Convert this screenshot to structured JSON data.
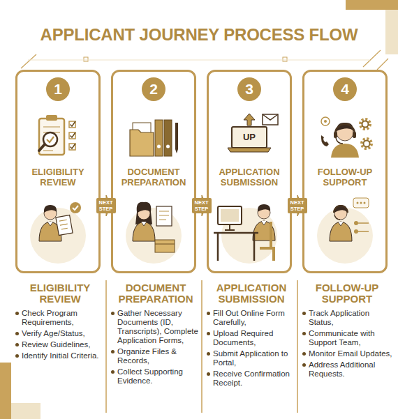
{
  "diagram": {
    "title": "APPLICANT JOURNEY PROCESS FLOW",
    "nodes": [
      {
        "text": [
          "1",
          "ELIGIBILITY REVIEW",
          "ELIGIBILITY REVIEW",
          "Check Program Requirements,",
          "Verify Age/Status,",
          "Review Guidelines,",
          "Identify Initial Criteria."
        ]
      },
      {
        "text": [
          "2",
          "DOCUMENT PREPARATION",
          "DOCUMENT PREPARATION",
          "Gather Necessary Documents (ID, Transcripts), Complete Application Forms,",
          "Organize Files & Records,",
          "Collect Supporting Evidence."
        ]
      },
      {
        "text": [
          "3",
          "APPLICATION SUBMISSION",
          "APPLICATION SUBMISSION",
          "Fill Out Online Form Carefully,",
          "Upload Required Documents,",
          "Submit Application to Portal,",
          "Receive Confirmation Receipt."
        ]
      },
      {
        "text": [
          "4",
          "FOLLOW-UP SUPPORT",
          "FOLLOW-UP SUPPORT",
          "Track Application Status,",
          "Communicate with Support Team,",
          "Monitor Email Updates,",
          "Address Additional Requests."
        ]
      }
    ],
    "edges": [
      {
        "from": 0,
        "to": 1,
        "label": "NEXT STEP",
        "arrow": "to"
      },
      {
        "from": 1,
        "to": 2,
        "label": "NEXT STEP",
        "arrow": "to"
      },
      {
        "from": 2,
        "to": 3,
        "label": "NEXT STEP",
        "arrow": "to"
      }
    ],
    "labels": [
      "UP"
    ]
  }
}
